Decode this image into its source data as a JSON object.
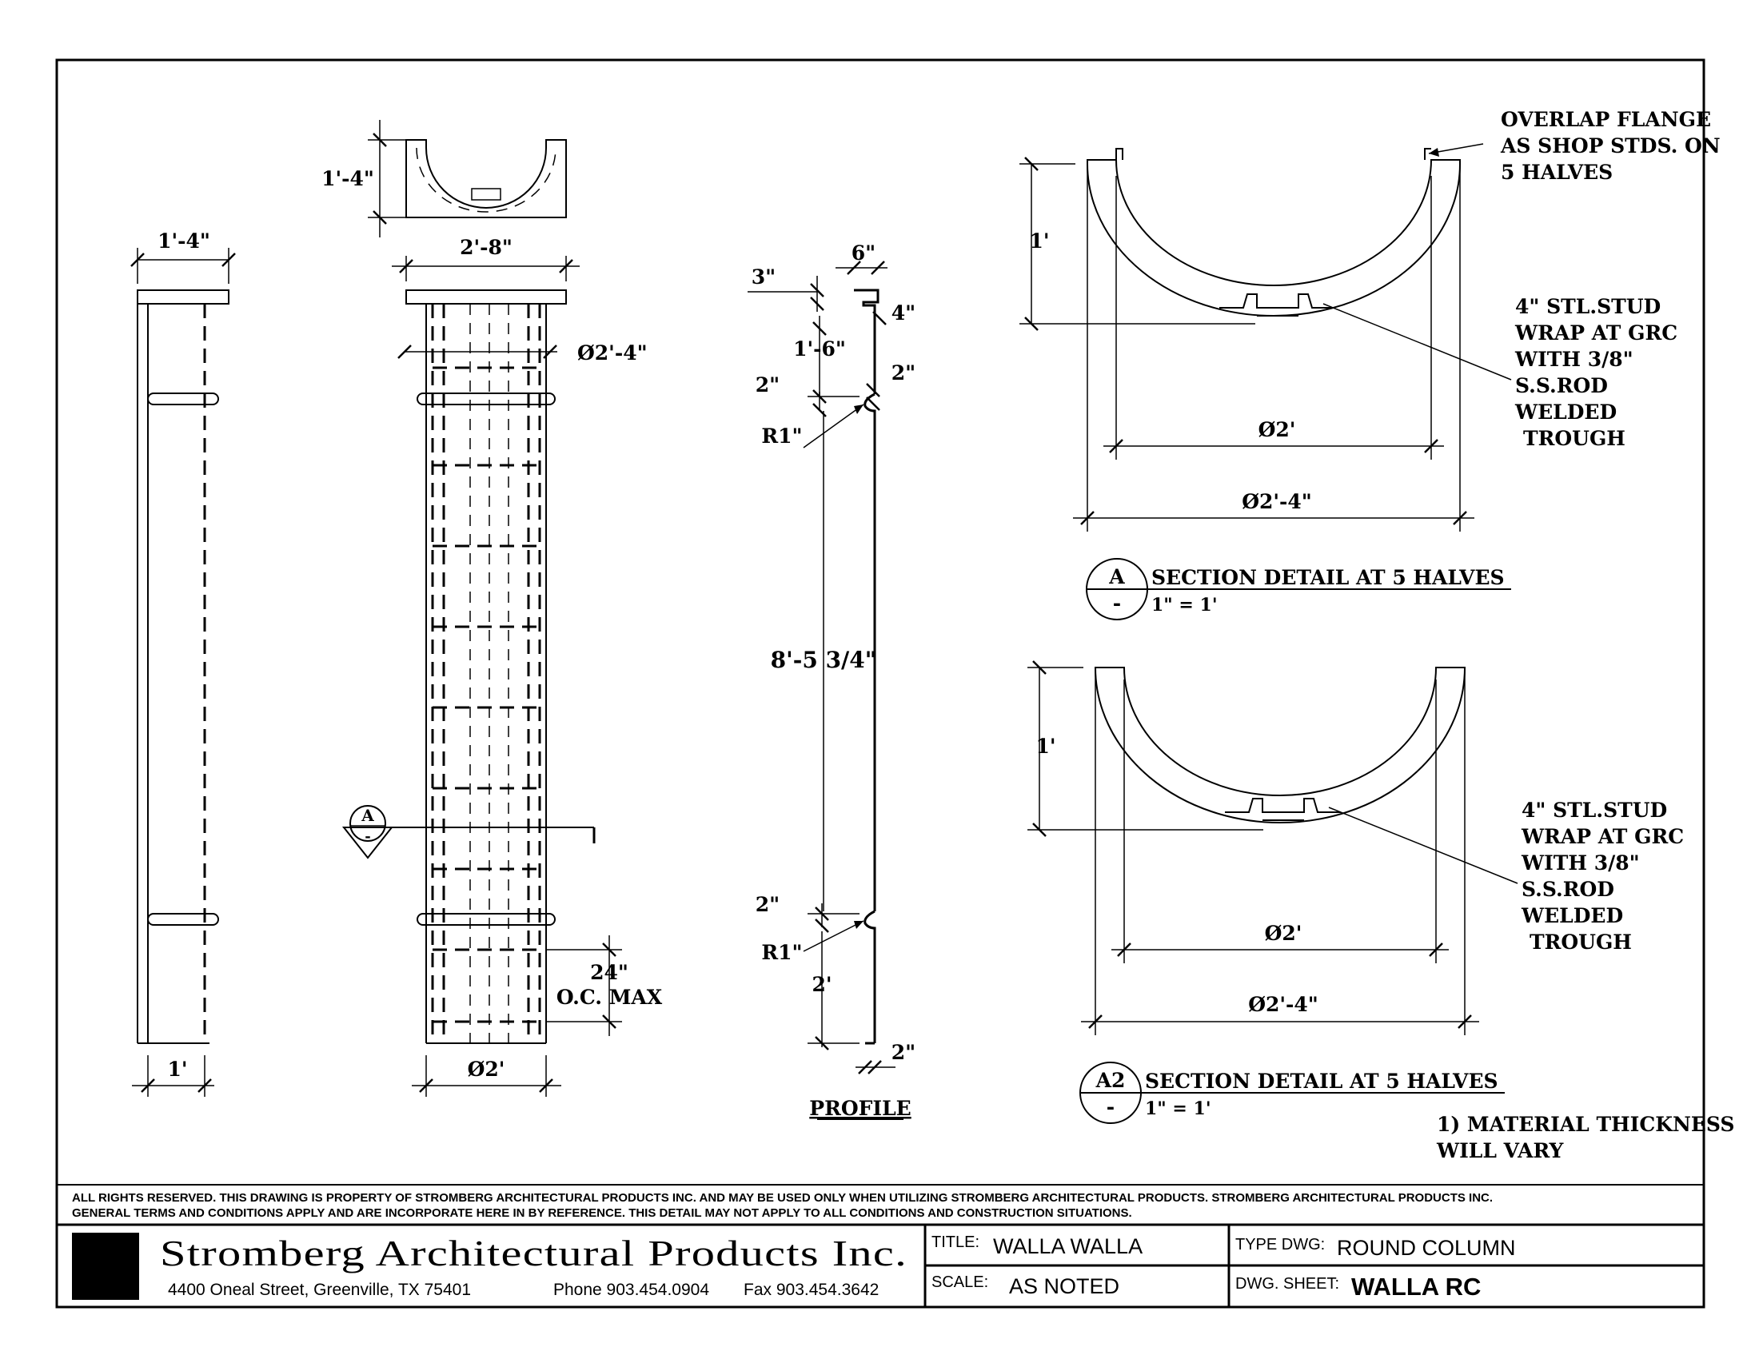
{
  "elevation_side": {
    "top_width": "1'-4\"",
    "bottom_width": "1'"
  },
  "elevation_front": {
    "top_height": "1'-4\"",
    "top_width": "2'-8\"",
    "shaft_diameter": "Ø2'-4\"",
    "bottom_diameter": "Ø2'",
    "spacing_value": "24\"",
    "spacing_label": "O.C. MAX",
    "section_tag_letter": "A",
    "section_tag_sheet": "-"
  },
  "profile": {
    "title": "PROFILE",
    "dim_3": "3\"",
    "dim_6": "6\"",
    "dim_4": "4\"",
    "dim_1_6": "1'-6\"",
    "dim_2_top_left": "2\"",
    "dim_2_top_right": "2\"",
    "radius_top": "R1\"",
    "height": "8'-5 3/4\"",
    "dim_2_bottom_left": "2\"",
    "radius_bottom": "R1\"",
    "dim_2_ft": "2'",
    "dim_2_bottom_right": "2\""
  },
  "section_a": {
    "flange_note": [
      "OVERLAP FLANGE",
      "AS SHOP STDS. ON",
      "5  HALVES"
    ],
    "height": "1'",
    "inner_diameter": "Ø2'",
    "outer_diameter": "Ø2'-4\"",
    "stud_note": [
      "4\" STL.STUD",
      "WRAP AT GRC",
      "WITH 3/8\"",
      "S.S.ROD",
      "WELDED",
      "TROUGH"
    ],
    "tag_top": "A",
    "tag_bottom": "-",
    "title": "SECTION DETAIL AT 5   HALVES",
    "scale": "1\" = 1'"
  },
  "section_a2": {
    "height": "1'",
    "inner_diameter": "Ø2'",
    "outer_diameter": "Ø2'-4\"",
    "stud_note": [
      "4\" STL.STUD",
      "WRAP AT GRC",
      "WITH 3/8\"",
      "S.S.ROD",
      "WELDED",
      "TROUGH"
    ],
    "tag_top": "A2",
    "tag_bottom": "-",
    "title": "SECTION DETAIL AT 5   HALVES",
    "scale": "1\" = 1'"
  },
  "general_notes": [
    "1) MATERIAL THICKNESS",
    "WILL VARY"
  ],
  "disclaimer": [
    "ALL RIGHTS RESERVED. THIS DRAWING IS PROPERTY OF STROMBERG ARCHITECTURAL PRODUCTS INC. AND MAY BE USED ONLY WHEN UTILIZING STROMBERG ARCHITECTURAL PRODUCTS.  STROMBERG ARCHITECTURAL PRODUCTS INC.",
    "GENERAL TERMS AND CONDITIONS APPLY AND ARE INCORPORATE HERE IN BY REFERENCE.  THIS DETAIL MAY NOT APPLY TO ALL CONDITIONS AND CONSTRUCTION SITUATIONS."
  ],
  "title_block": {
    "company": "Stromberg Architectural Products Inc.",
    "address": "4400 Oneal Street, Greenville, TX  75401",
    "phone": "Phone 903.454.0904",
    "fax": "Fax 903.454.3642",
    "title_label": "TITLE:",
    "title_value": "WALLA WALLA",
    "type_label": "TYPE DWG:",
    "type_value": "ROUND COLUMN",
    "scale_label": "SCALE:",
    "scale_value": "AS NOTED",
    "sheet_label": "DWG. SHEET:",
    "sheet_value": "WALLA RC"
  }
}
